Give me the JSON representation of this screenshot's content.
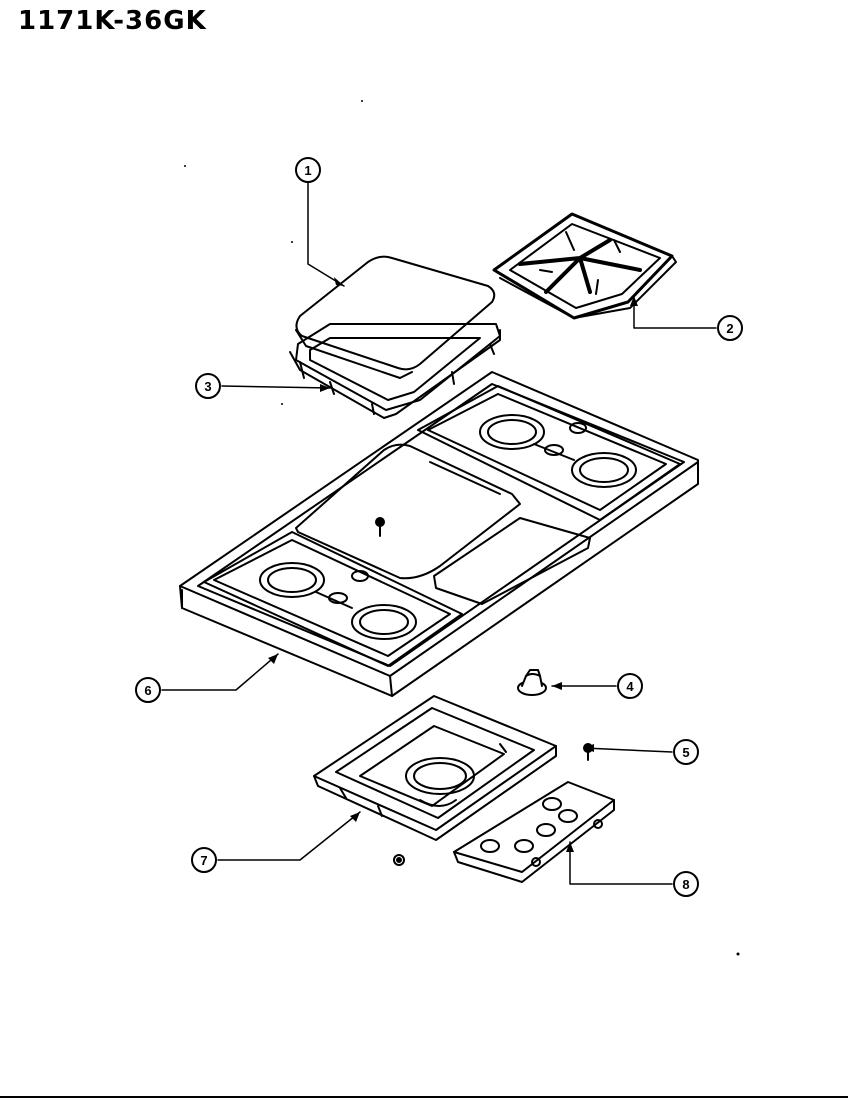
{
  "title": "1171K-36GK",
  "callouts": [
    "1",
    "2",
    "3",
    "4",
    "5",
    "6",
    "7",
    "8"
  ],
  "parts": {
    "1": "griddle-plate-icon",
    "2": "burner-grate-icon",
    "3": "griddle-frame-icon",
    "4": "knob-icon",
    "5": "screw-icon",
    "6": "cooktop-panel-icon",
    "7": "burner-box-icon",
    "8": "vent-plate-icon"
  },
  "colors": {
    "ink": "#000000",
    "paper": "#ffffff"
  }
}
